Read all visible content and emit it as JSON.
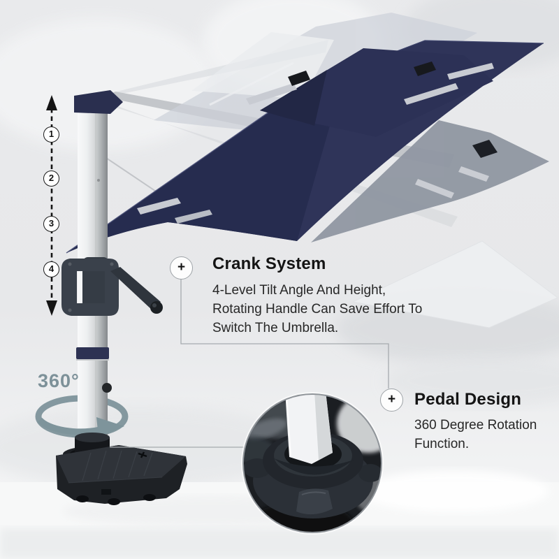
{
  "callouts": {
    "crank": {
      "marker": "+",
      "title": "Crank System",
      "lines": [
        "4-Level Tilt Angle And Height,",
        "Rotating Handle Can Save Effort To",
        "Switch The Umbrella."
      ]
    },
    "pedal": {
      "marker": "+",
      "title": "Pedal Design",
      "lines": [
        "360 Degree Rotation",
        "Function."
      ]
    }
  },
  "tilt_scale": {
    "levels": [
      "1",
      "2",
      "3",
      "4"
    ]
  },
  "rotation_label": "360°",
  "colors": {
    "canopy_navy": "#2f3459",
    "canopy_shadow": "#262b4e",
    "ghost_gray": "#9097a2",
    "ghost_light": "#cdd1d9",
    "accent_teal": "#7e949b",
    "pole_silver": "#d0d3d5",
    "frame_charcoal": "#3a414b",
    "base_black": "#1e2125",
    "text": "#1d1d1f",
    "leader_line": "#a6aaae"
  }
}
